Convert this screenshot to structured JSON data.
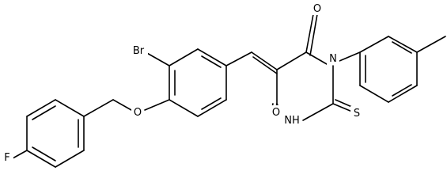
{
  "diagram": {
    "type": "chemical-structure",
    "background": "#ffffff",
    "line_color": "#000000",
    "atoms": {
      "br": "Br",
      "o_ether": "O",
      "o_top": "O",
      "o_bottom": "O",
      "n1": "N",
      "nh": "NH",
      "s": "S",
      "f": "F"
    }
  }
}
